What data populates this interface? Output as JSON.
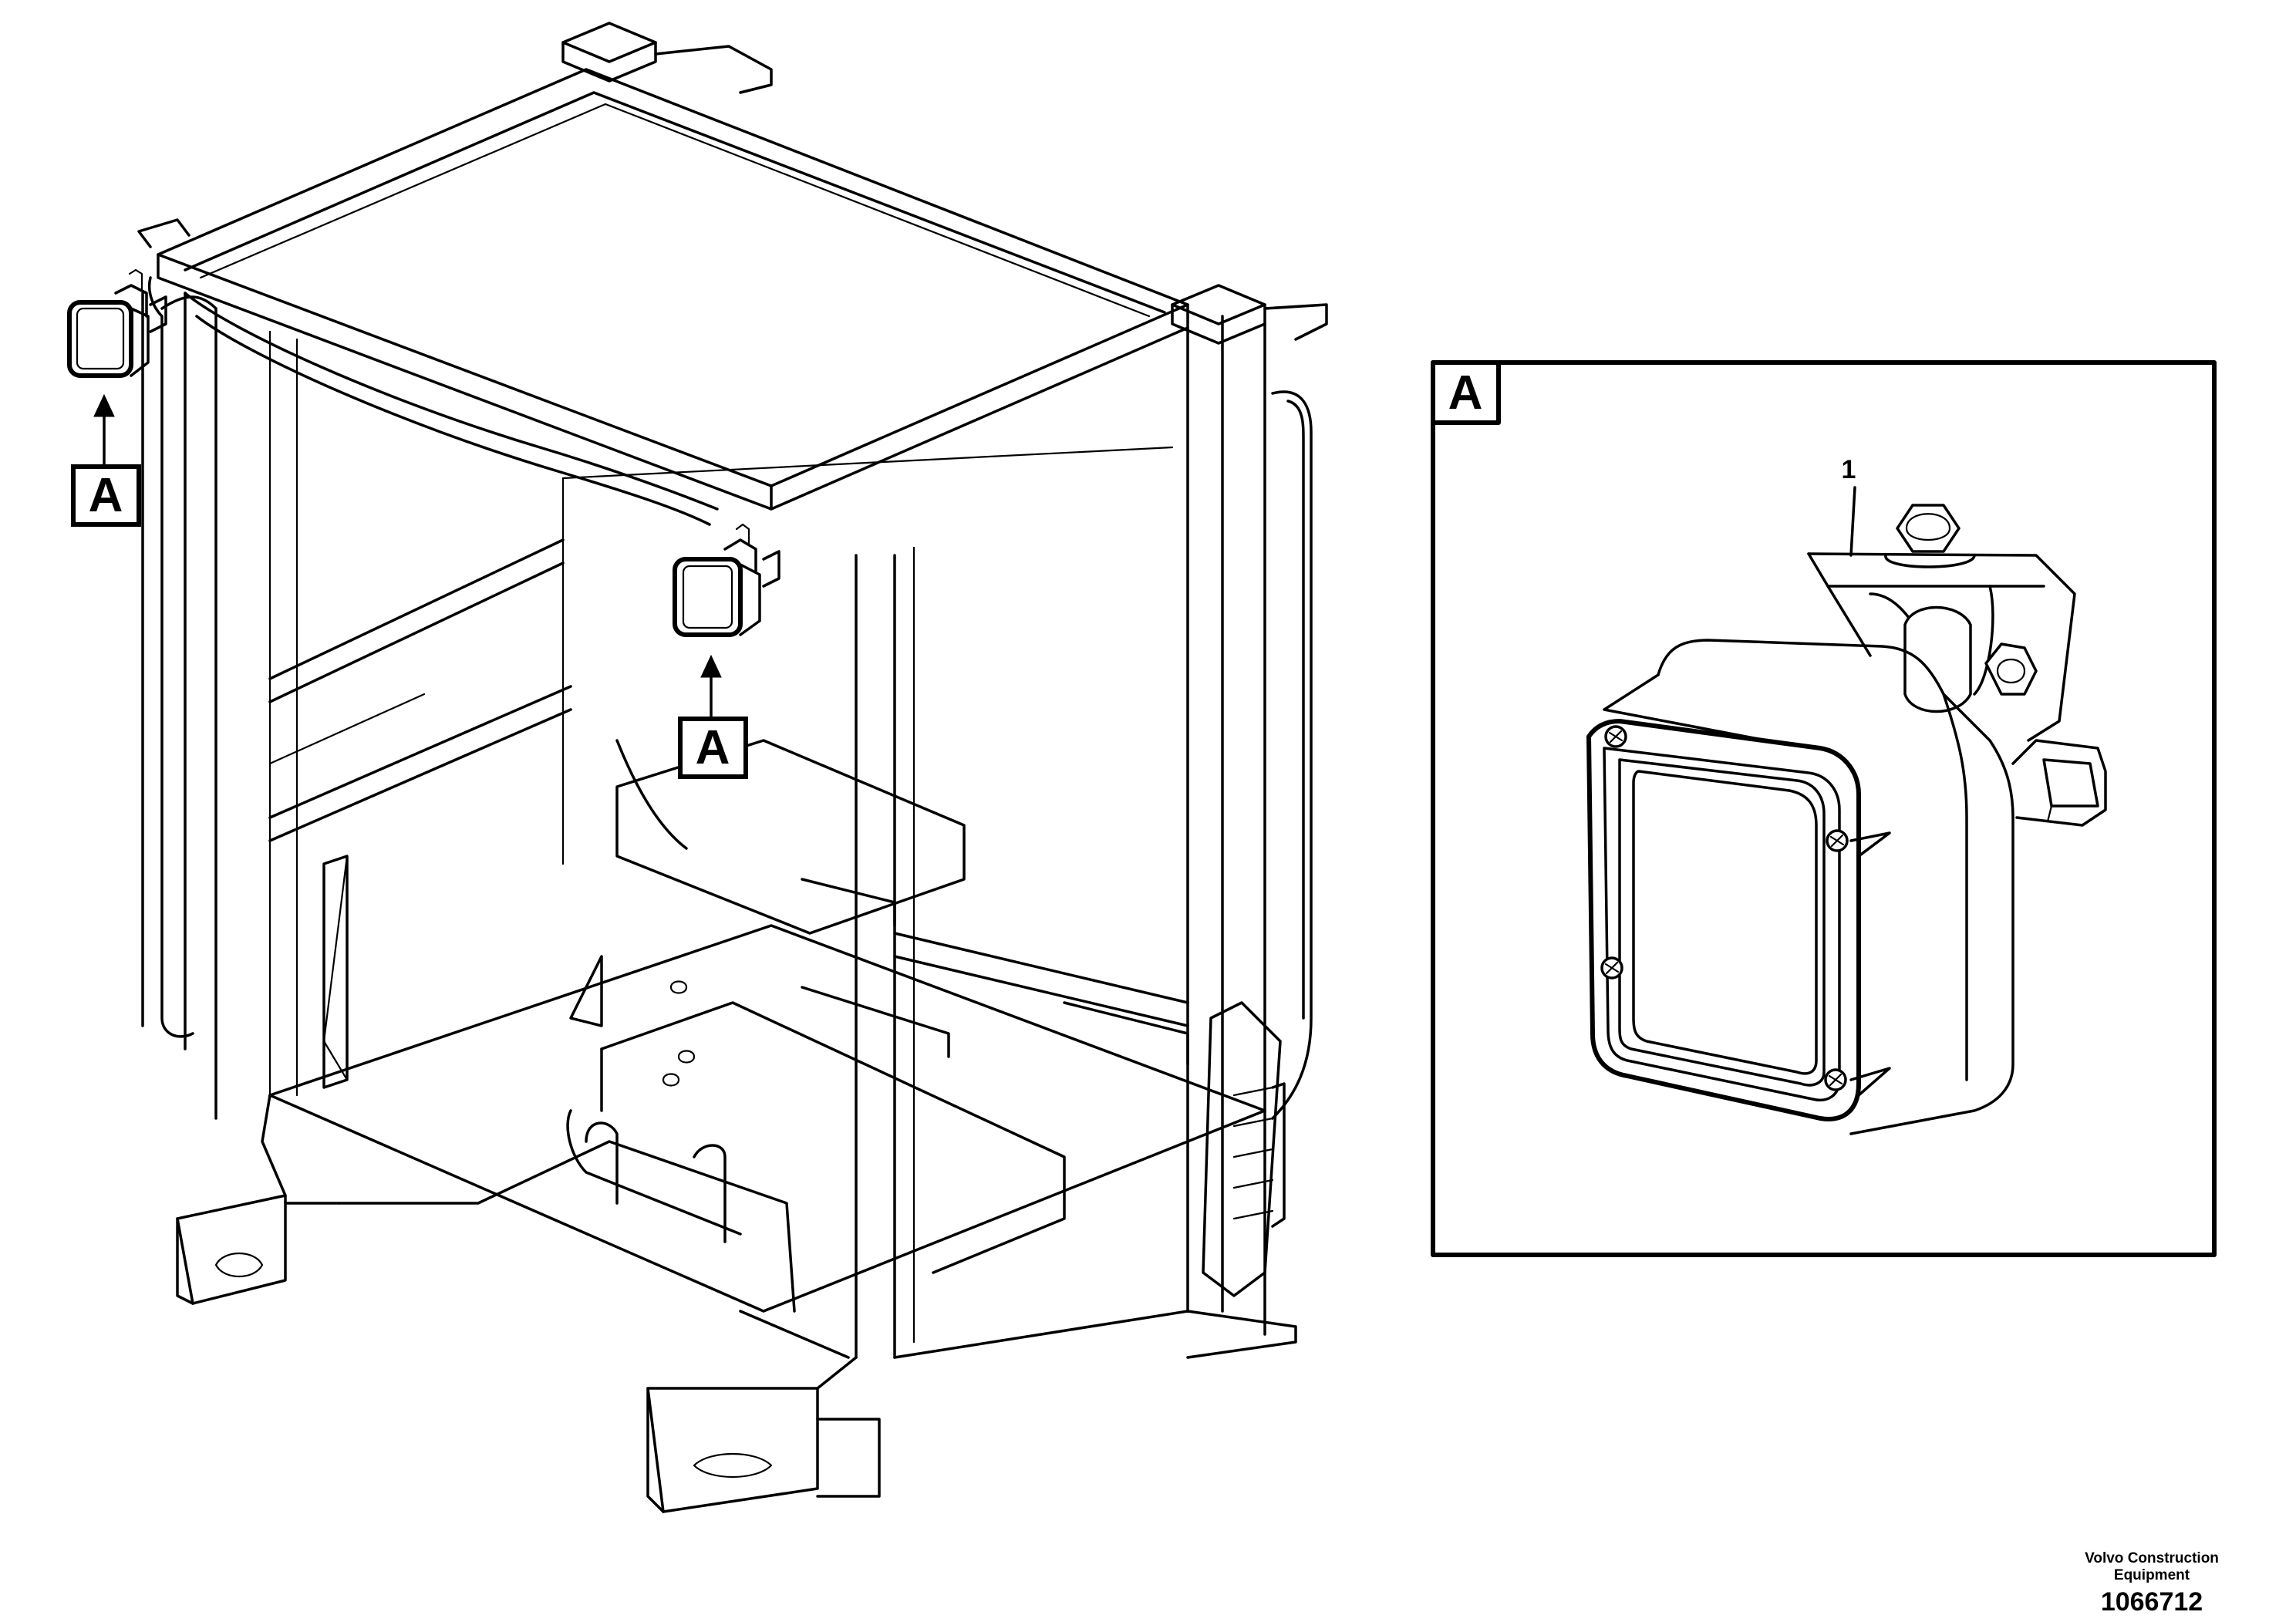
{
  "callouts": {
    "left_lamp_label": "A",
    "center_lamp_label": "A",
    "detail_label": "A"
  },
  "detail": {
    "item_number": "1"
  },
  "footer": {
    "company_line1": "Volvo Construction",
    "company_line2": "Equipment",
    "part_number": "1066712"
  }
}
